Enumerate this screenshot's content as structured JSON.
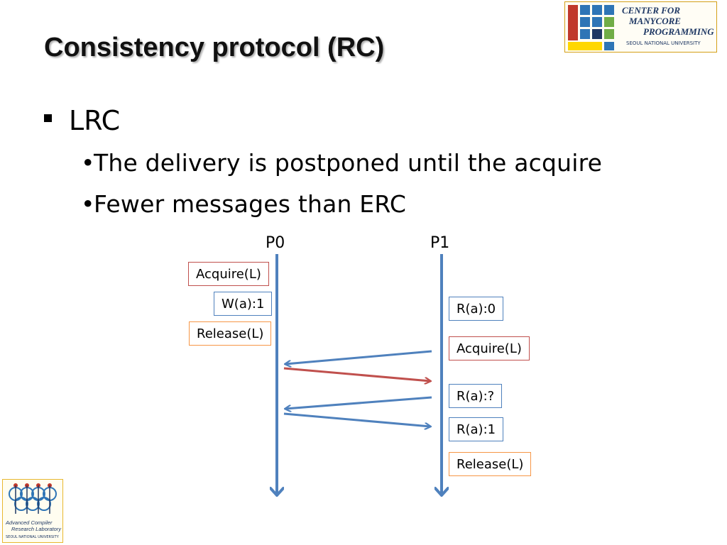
{
  "slide": {
    "title": "Consistency protocol (RC)",
    "bullet": "LRC",
    "sub_bullets": [
      "The delivery is postponed until the acquire",
      "Fewer messages than ERC"
    ]
  },
  "diagram": {
    "processes": [
      "P0",
      "P1"
    ],
    "p0_events": [
      "Acquire(L)",
      "W(a):1",
      "Release(L)"
    ],
    "p1_events": [
      "R(a):0",
      "Acquire(L)",
      "R(a):?",
      "R(a):1",
      "Release(L)"
    ]
  },
  "logos": {
    "cmp_line1": "CENTER FOR",
    "cmp_line2": "MANYCORE",
    "cmp_line3": "PROGRAMMING",
    "cmp_univ": "SEOUL NATIONAL UNIVERSITY",
    "acrl_line1": "Advanced Compiler",
    "acrl_line2": "Research Laboratory",
    "acrl_univ": "SEOUL NATIONAL UNIVERSITY"
  },
  "colors": {
    "blue_arrow": "#4f81bd",
    "red_arrow": "#c0504d",
    "orange_box": "#f79646"
  }
}
